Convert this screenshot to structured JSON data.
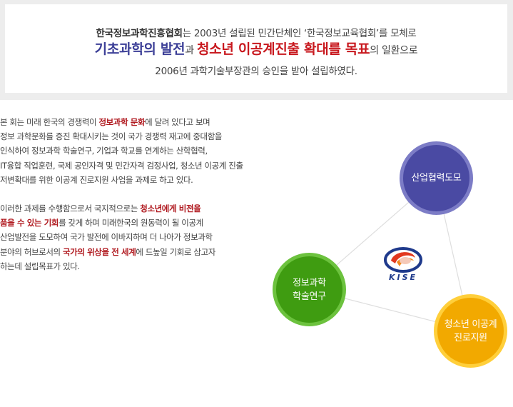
{
  "intro": {
    "line1_org": "한국정보과학진흥협회",
    "line1_rest": "는 2003년 설립된 민간단체인 ‘한국정보교육협회’를 모체로",
    "line2_a": "기초과학의 발전",
    "line2_b": "과 ",
    "line2_c": "청소년 이공계진출 확대를 목표",
    "line2_d": "의 일환으로",
    "line3": "2006년 과학기술부장관의 승인을 받아 설립하였다."
  },
  "para1": {
    "l1_a": "본 회는 미래 한국의 경쟁력이 ",
    "l1_hl": "정보과학 문화",
    "l1_b": "에 달려 있다고 보며",
    "l2": "정보 과학문화를 증진 확대시키는 것이 국가 경쟁력 재고에 중대함을",
    "l3": "인식하여 정보과학 학술연구, 기업과 학교를 연계하는 산학협력,",
    "l4": "IT융합 직업훈련, 국제 공인자격 및 민간자격 검정사업, 청소년 이공계 진출",
    "l5": "저변확대를 위한 이공계 진로지원 사업을 과제로 하고 있다."
  },
  "para2": {
    "l1_a": "이러한 과제를 수행함으로서 국지적으로는 ",
    "l1_hl": "청소년에게 비젼을",
    "l2_hl": "품을 수 있는 기회",
    "l2_b": "를 갖게 하며 미래한국의 원동력이 될 이공계",
    "l3": "산업발전을 도모하여 국가 발전에 이바지하며 더 나아가 정보과학",
    "l4_a": "분야의 허브로서의 ",
    "l4_hl": "국가의 위상을 전 세계",
    "l4_b": "에 드높일 기회로 삼고자",
    "l5": "하는데 설립목표가 있다."
  },
  "diagram": {
    "circle_top": "산업협력도모",
    "circle_left_1": "정보과학",
    "circle_left_2": "학술연구",
    "circle_right_1": "청소년 이공계",
    "circle_right_2": "진로지원",
    "logo_text": "KISE",
    "colors": {
      "blue": "#4a4aa3",
      "green": "#3f9c11",
      "orange": "#f2a900",
      "highlight": "#b0191f"
    }
  }
}
